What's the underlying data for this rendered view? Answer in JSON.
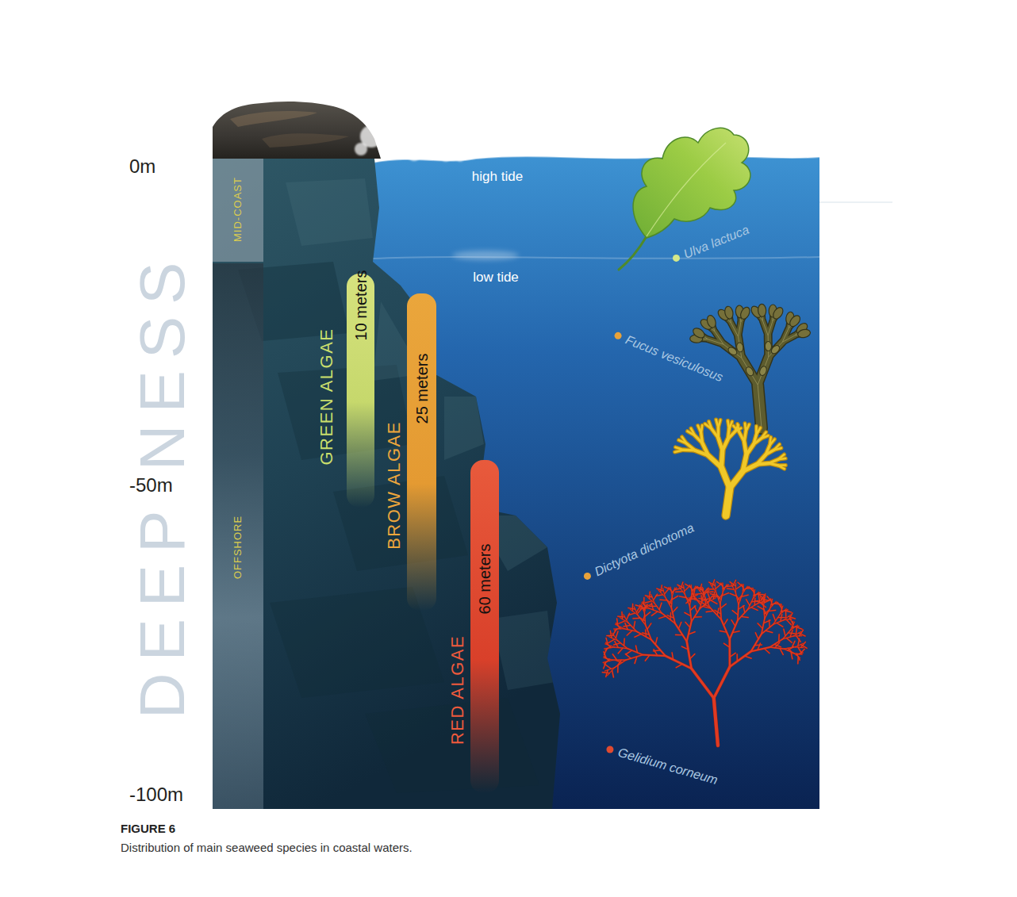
{
  "diagram": {
    "caption": "Distribution of main seaweed species in coastal waters.",
    "nodes": [
      {
        "text": [
          "MID-COAST"
        ]
      },
      {
        "text": [
          "OFFSHORE"
        ]
      },
      {
        "text": [
          "GREEN ALGAE",
          "10 meters"
        ]
      },
      {
        "text": [
          "BROW ALGAE",
          "25 meters"
        ]
      },
      {
        "text": [
          "RED ALGAE",
          "60 meters"
        ]
      }
    ],
    "labels": [
      "0m",
      "-50m",
      "-100m",
      "DEEP NESS",
      "high tide",
      "low tide",
      "Ulva lactuca",
      "Fucus vesiculosus",
      "Dictyota dichotoma",
      "Gelidium corneum",
      "FIGURE 6"
    ]
  }
}
